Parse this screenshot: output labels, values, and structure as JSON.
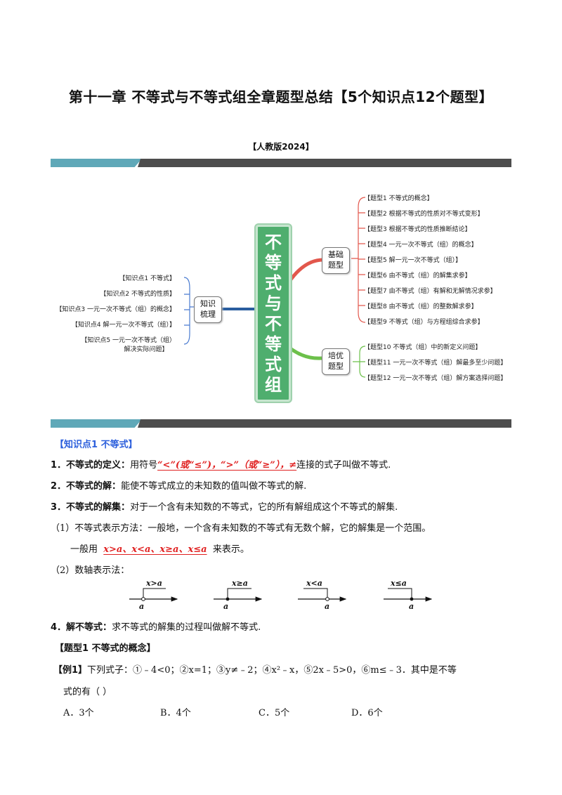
{
  "title": "第十一章  不等式与不等式组全章题型总结【5个知识点12个题型】",
  "edition": "【人教版2024】",
  "mindmap": {
    "central": [
      "不",
      "等",
      "式",
      "与",
      "不",
      "等",
      "式",
      "组"
    ],
    "left_node": [
      "知识",
      "梳理"
    ],
    "left_items": [
      "【知识点1  不等式】",
      "【知识点2  不等式的性质】",
      "【知识点3  一元一次不等式（组）的概念】",
      "【知识点4  解一元一次不等式（组）】",
      "【知识点5  一元一次不等式（组）",
      "解决实际问题】"
    ],
    "node_basic": [
      "基础",
      "题型"
    ],
    "basic_items": [
      "【题型1  不等式的概念】",
      "【题型2  根据不等式的性质对不等式变形】",
      "【题型3  根据不等式的性质推断結论】",
      "【题型4  一元一次不等式（组）的概念】",
      "【题型5  解一元一次不等式（组）】",
      "【题型6  由不等式（组）的解集求参】",
      "【题型7  由不等式（组）有解和无解情况求参】",
      "【题型8  由不等式（组）的整数解求参】",
      "【题型9  不等式（组）与方程组综合求参】"
    ],
    "node_adv": [
      "培优",
      "题型"
    ],
    "adv_items": [
      "【题型10  不等式（组）中的新定义问题】",
      "【题型11  一元一次不等式（组）解最多至少问题】",
      "【题型12  一元一次不等式（组）解方案选择问题】"
    ]
  },
  "kp1": {
    "header": "【知识点1    不等式】",
    "def_num": "1．",
    "def_label": "不等式的定义：",
    "def_pre": "用符号",
    "def_red": "“<”(或“≤”)，“>”（或“≥”），≠",
    "def_post": "连接的式子叫做不等式.",
    "sol_num": "2．",
    "sol_label": "不等式的解：",
    "sol_text": "能使不等式成立的未知数的值叫做不等式的解.",
    "set_num": "3．",
    "set_label": "不等式的解集：",
    "set_text": "对于一个含有未知数的不等式，它的所有解组成这个不等式的解集.",
    "m1": "（1）不等式表示方法：一般地，一个含有未知数的不等式有无数个解，它的解集是一个范围。",
    "m1b_pre": "一般用",
    "m1b_red": "x>a、x<a、x≥a、x≤a",
    "m1b_post": "来表示。",
    "m2": "（2）数轴表示法：",
    "axes": [
      {
        "label": "x>a",
        "pt": "a"
      },
      {
        "label": "x≥a",
        "pt": "a"
      },
      {
        "label": "x<a",
        "pt": "a"
      },
      {
        "label": "x≤a",
        "pt": "a"
      }
    ],
    "solve_num": "4．",
    "solve_label": "解不等式：",
    "solve_text": "求不等式的解集的过程叫做解不等式."
  },
  "type1": {
    "header": "【题型1    不等式的概念】",
    "ex_label": "【例1】",
    "ex_text": "下列式子：①﹣4<0；②x=1；③y≠﹣2；④x²﹣x，⑤2x﹣5>0，⑥m≤﹣3．其中是不等",
    "ex_text2": "式的有（      ）",
    "options": [
      "A．3个",
      "B．4个",
      "C．5个",
      "D．6个"
    ]
  }
}
